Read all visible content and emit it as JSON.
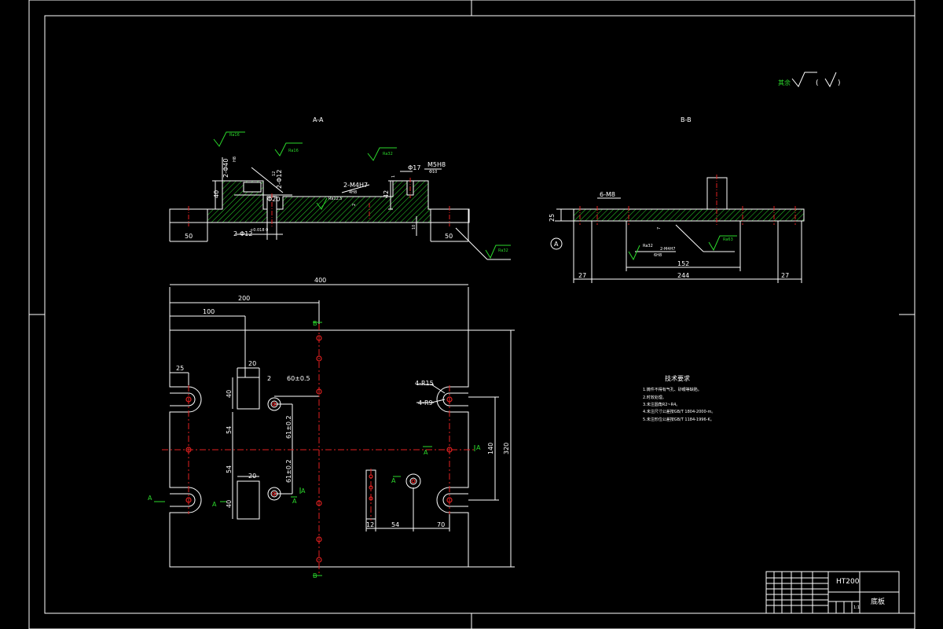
{
  "sections": {
    "aa_title": "A-A",
    "bb_title": "B-B"
  },
  "roughness": {
    "ra16_top": "Ra16",
    "ra16_mid": "Ra16",
    "ra32_top": "Ra32",
    "ra125": "Ra12.5",
    "ra32_right": "Ra32",
    "ra32_bb": "Ra32",
    "ra63_bb": "Ra63",
    "general_prefix": "其余",
    "general_paren_open": "(",
    "general_paren_close": ")"
  },
  "aa_dims": {
    "d_40": "40",
    "d_2phi40": "2-Φ40",
    "d_h8": "H8",
    "d_2phi12": "2-Φ12",
    "d_12": "12",
    "d_phi20": "Φ20",
    "d_2m4h7": "2-M4H7",
    "d_2m4h7_sub": "4H8",
    "d_2": "2",
    "d_42": "42",
    "d_phi17": "Φ17",
    "d_m5h8": "M5H8",
    "d_m5h8_sub": "Φ10",
    "d_1": "1",
    "d_2phi12_bot": "2-Φ12",
    "d_tol": "+0.018 0",
    "d_10": "10",
    "d_50_left": "50",
    "d_50_right": "50"
  },
  "bb_dims": {
    "d_6m8": "6-M8",
    "d_25": "25",
    "datum_a": "A",
    "d_7": "7",
    "d_2m4h7": "2-M4H7",
    "d_6h8": "6H8",
    "d_152": "152",
    "d_27_left": "27",
    "d_244": "244",
    "d_27_right": "27"
  },
  "plan_dims": {
    "d_400": "400",
    "d_200": "200",
    "d_100": "100",
    "d_25": "25",
    "d_20_top": "20",
    "d_40_top": "40",
    "d_2": "2",
    "d_60": "60±0.5",
    "d_54_top": "54",
    "d_614_top": "61±0.2",
    "d_54_bot": "54",
    "d_614_bot": "61±0.2",
    "d_20_bot": "20",
    "d_40_bot": "40",
    "d_4r15": "4-R15",
    "d_4r9": "4-R9",
    "d_140": "140",
    "d_320": "320",
    "d_12": "12",
    "d_54_bottom": "54",
    "d_70": "70"
  },
  "plan_markers": {
    "b_top": "B",
    "b_bottom": "B",
    "a_left": "A",
    "a_right": "A",
    "a_center": "A",
    "a_box1": "A",
    "a_box2": "A",
    "a_box3": "A",
    "a_small": "A"
  },
  "notes": {
    "title": "技术要求",
    "items": [
      "1.铸件不得有气孔、砂眼等缺陷。",
      "2.时效处理。",
      "3.未注圆角R2~R4。",
      "4.未注尺寸公差按GB/T 1804-2000-m。",
      "5.未注形位公差按GB/T 1184-1996-K。"
    ]
  },
  "title_block": {
    "material": "HT200",
    "part_name": "底板",
    "scale_mark": "1:1"
  },
  "colors": {
    "background": "#000000",
    "lines": "#ffffff",
    "annotations": "#2bd82b",
    "centerlines": "#e02020",
    "hatch": "#2bd82b"
  }
}
